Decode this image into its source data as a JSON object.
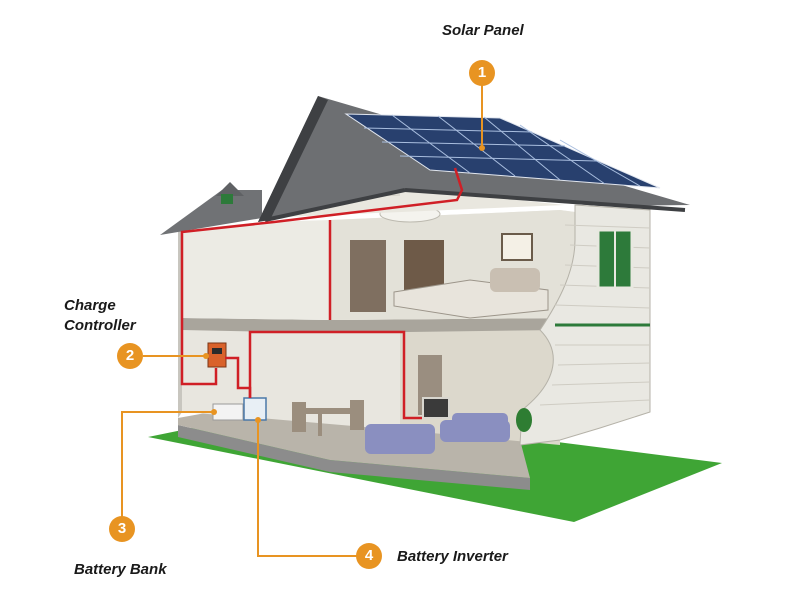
{
  "callouts": [
    {
      "number": "1",
      "label": "Solar Panel"
    },
    {
      "number": "2",
      "label_lines": [
        "Charge",
        "Controller"
      ]
    },
    {
      "number": "3",
      "label": "Battery Bank"
    },
    {
      "number": "4",
      "label": "Battery Inverter"
    }
  ],
  "colors": {
    "callout_orange": "#e89422",
    "wiring_red": "#d01f26",
    "lawn_green": "#3fa535",
    "roof_gray": "#6d6f72",
    "solar_blue": "#28406e",
    "window_green": "#2d7a3a"
  }
}
